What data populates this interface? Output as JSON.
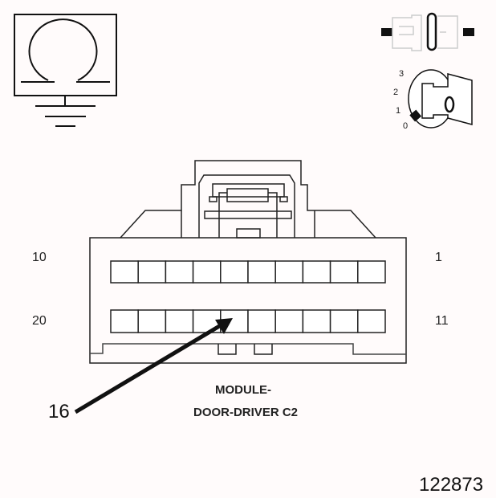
{
  "diagram": {
    "connector_title_line1": "MODULE-",
    "connector_title_line2": "DOOR-DRIVER C2",
    "pin_labels": {
      "top_left": "10",
      "top_right": "1",
      "bottom_left": "20",
      "bottom_right": "11"
    },
    "callout": "16",
    "figure_number": "122873",
    "rows": 2,
    "cavities_per_row": 10,
    "icons": {
      "ohmmeter": "ohmmeter-ground-icon",
      "disconnect": "connector-disconnect-icon",
      "ignition": "ignition-key-off-icon"
    },
    "ignition_positions": [
      "3",
      "2",
      "1",
      "0"
    ],
    "key_label": "0",
    "colors": {
      "line": "#111111",
      "background": "#fffbfb",
      "faded": "#cccccc"
    }
  }
}
